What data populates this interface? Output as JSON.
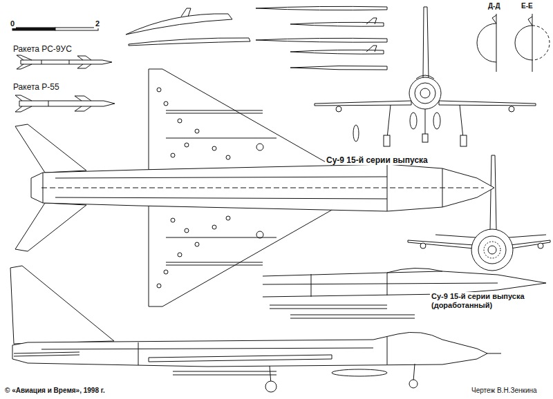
{
  "diagram": {
    "labels": [
      "0",
      "2",
      "Ракета РС-9УС",
      "Ракета Р-55",
      "Д-Д",
      "Е-Е",
      "Су-9 15-й серии выпуска",
      "Су-9 15-й серии выпуска (доработанный)",
      "© «Авиация и Время», 1998 г.",
      "Чертеж В.Н.Зенкина"
    ]
  }
}
